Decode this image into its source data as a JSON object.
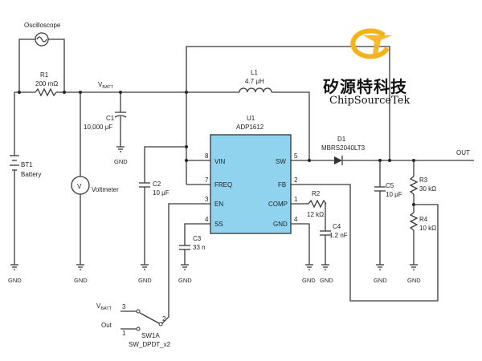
{
  "logo": {
    "chinese": "矽源特科技",
    "english": "ChipSourceTek",
    "colors": {
      "ring": "#f3b21a",
      "bolt": "#f3b21a"
    }
  },
  "chip": {
    "name": "U1",
    "part": "ADP1612",
    "fill": "#8fd3ee",
    "pins_left": [
      {
        "num": "8",
        "name": "VIN"
      },
      {
        "num": "7",
        "name": "FREQ"
      },
      {
        "num": "3",
        "name": "EN"
      },
      {
        "num": "4",
        "name": "SS"
      }
    ],
    "pins_right": [
      {
        "num": "5",
        "name": "SW"
      },
      {
        "num": "2",
        "name": "FB"
      },
      {
        "num": "1",
        "name": "COMP"
      },
      {
        "num": "4",
        "name": "GND"
      }
    ]
  },
  "labels": {
    "oscilloscope": "Oscilloscope",
    "r1_name": "R1",
    "r1_value": "200 mΩ",
    "vbatt": "V",
    "vbatt_sub": "BATT",
    "l1_name": "L1",
    "l1_value": "4.7 μH",
    "c1_name": "C1",
    "c1_value": "10,000 μF",
    "bt1_name": "BT1",
    "bt1_desc": "Battery",
    "voltmeter": "Voltmeter",
    "c2_name": "C2",
    "c2_value": "10 μF",
    "c3_name": "C3",
    "c3_value": "33 n",
    "d1_name": "D1",
    "d1_value": "MBRS2040LT3",
    "out": "OUT",
    "c5_name": "C5",
    "c5_value": "10 μF",
    "r3_name": "R3",
    "r3_value": "30 kΩ",
    "r4_name": "R4",
    "r4_value": "10 kΩ",
    "r2_name": "R2",
    "r2_value": "12 kΩ",
    "c4_name": "C4",
    "c4_value": "1.2 nF",
    "sw_vbatt": "V",
    "sw_vbatt_sub": "BATT",
    "sw_out": "Out",
    "sw_pin3": "3",
    "sw_pin2": "2",
    "sw_pin1": "1",
    "sw1_name": "SW1A",
    "sw1_desc": "SW_DPDT_x2",
    "gnd": "GND"
  }
}
